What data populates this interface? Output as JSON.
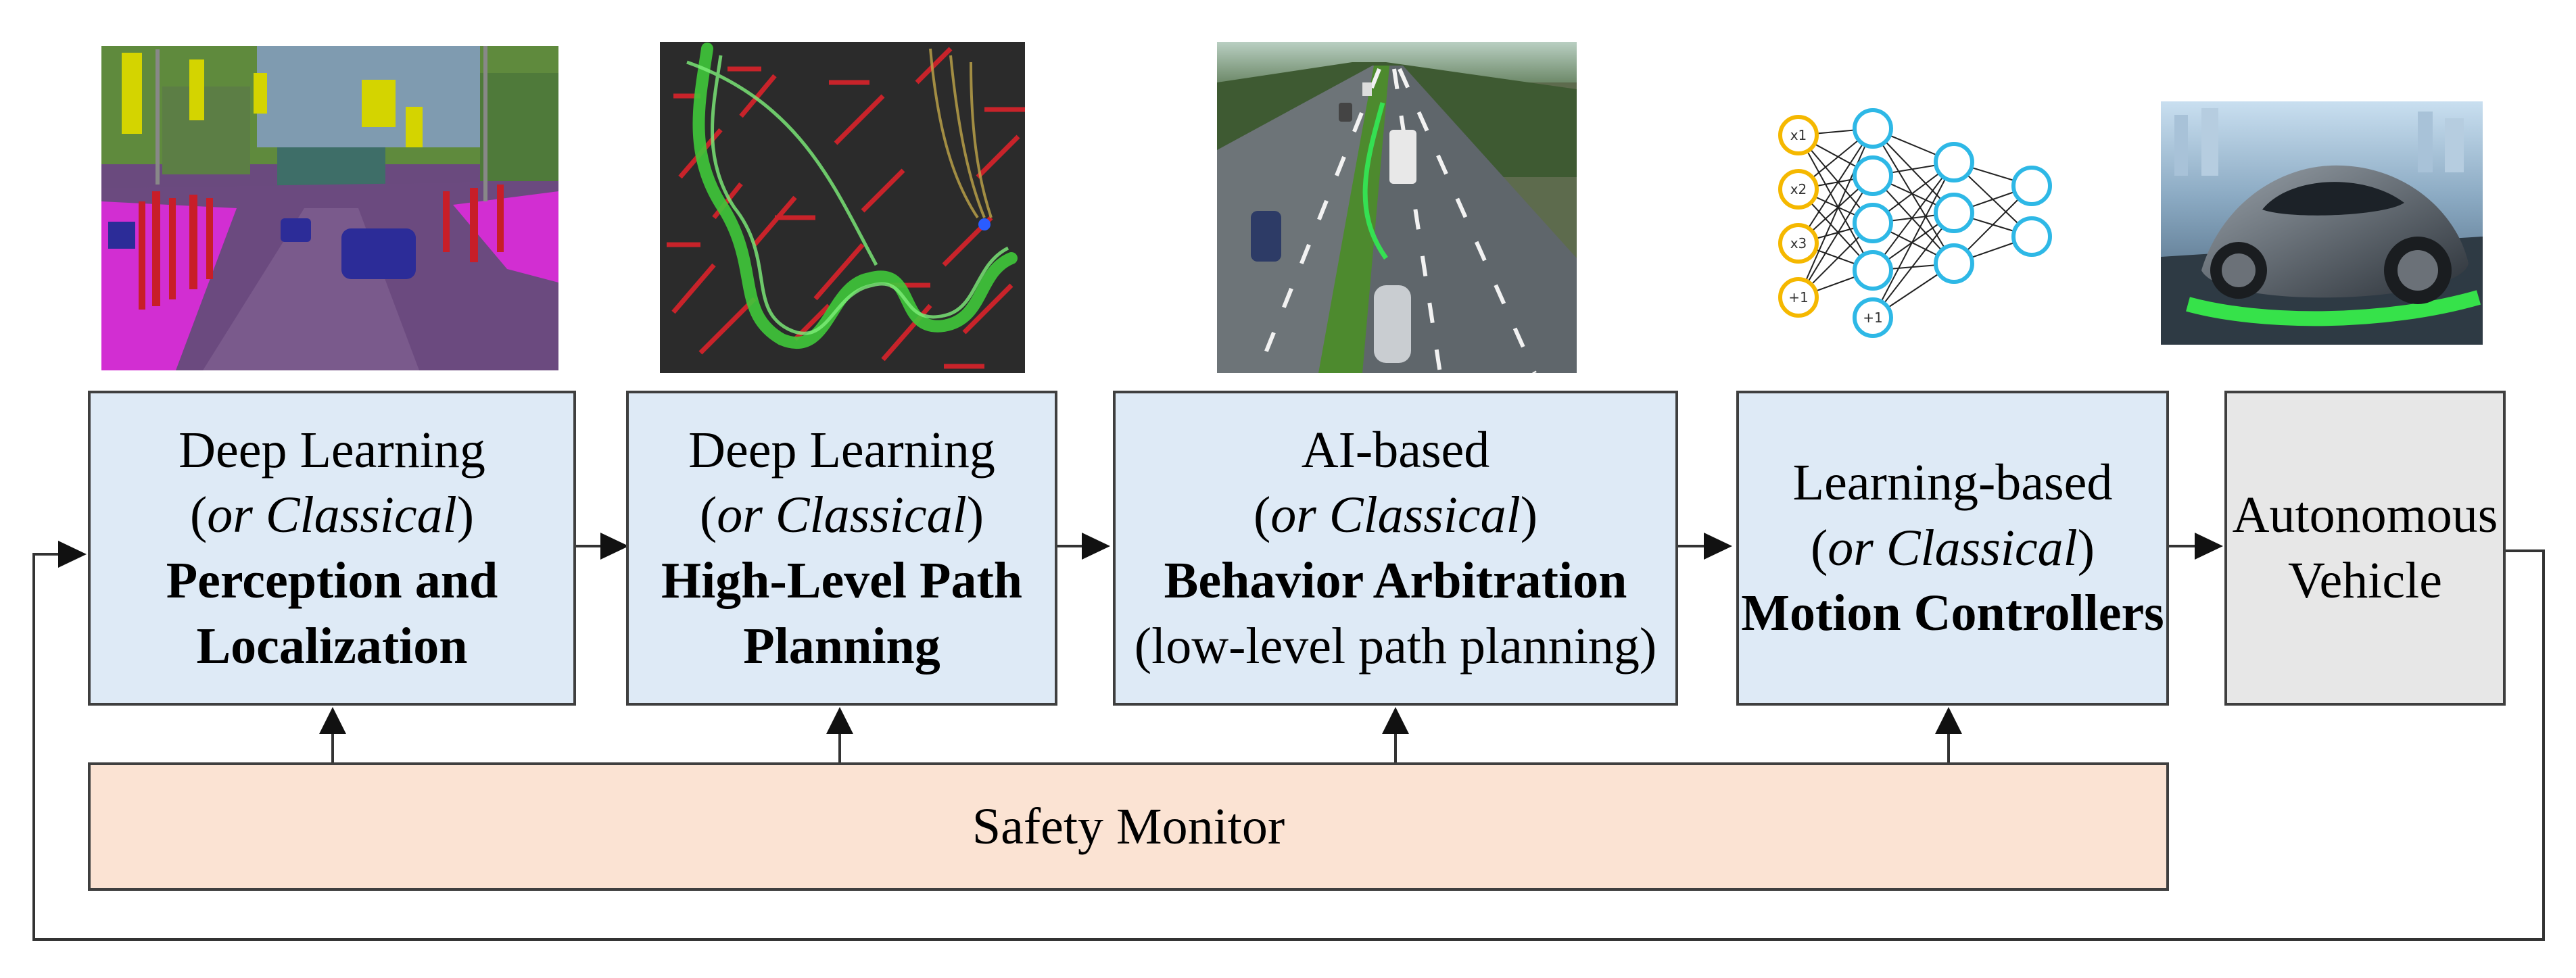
{
  "diagram": {
    "blocks": [
      {
        "line1": "Deep Learning",
        "paren_open": "(",
        "classical": "or Classical",
        "paren_close": ")",
        "bold1": "Perception and",
        "bold2": "Localization"
      },
      {
        "line1": "Deep Learning",
        "paren_open": "(",
        "classical": "or Classical",
        "paren_close": ")",
        "bold1": "High-Level Path",
        "bold2": "Planning"
      },
      {
        "line1": "AI-based",
        "paren_open": "(",
        "classical": "or Classical",
        "paren_close": ")",
        "bold1": "Behavior Arbitration",
        "extra": "(low-level path planning)"
      },
      {
        "line1": "Learning-based",
        "paren_open": "(",
        "classical": "or Classical",
        "paren_close": ")",
        "bold1": "Motion Controllers"
      },
      {
        "line1": "Autonomous",
        "line2": "Vehicle"
      }
    ],
    "safety_monitor": "Safety Monitor",
    "nn_input_labels": [
      "x1",
      "x2",
      "x3",
      "+1"
    ],
    "nn_hidden_label": "+1"
  },
  "colors": {
    "block_fill": "#deeaf6",
    "vehicle_fill": "#e7e7e7",
    "safety_fill": "#fbe3d3",
    "border": "#3f3f3f",
    "nn_input": "#f5b800",
    "nn_node": "#2eb8e6"
  }
}
